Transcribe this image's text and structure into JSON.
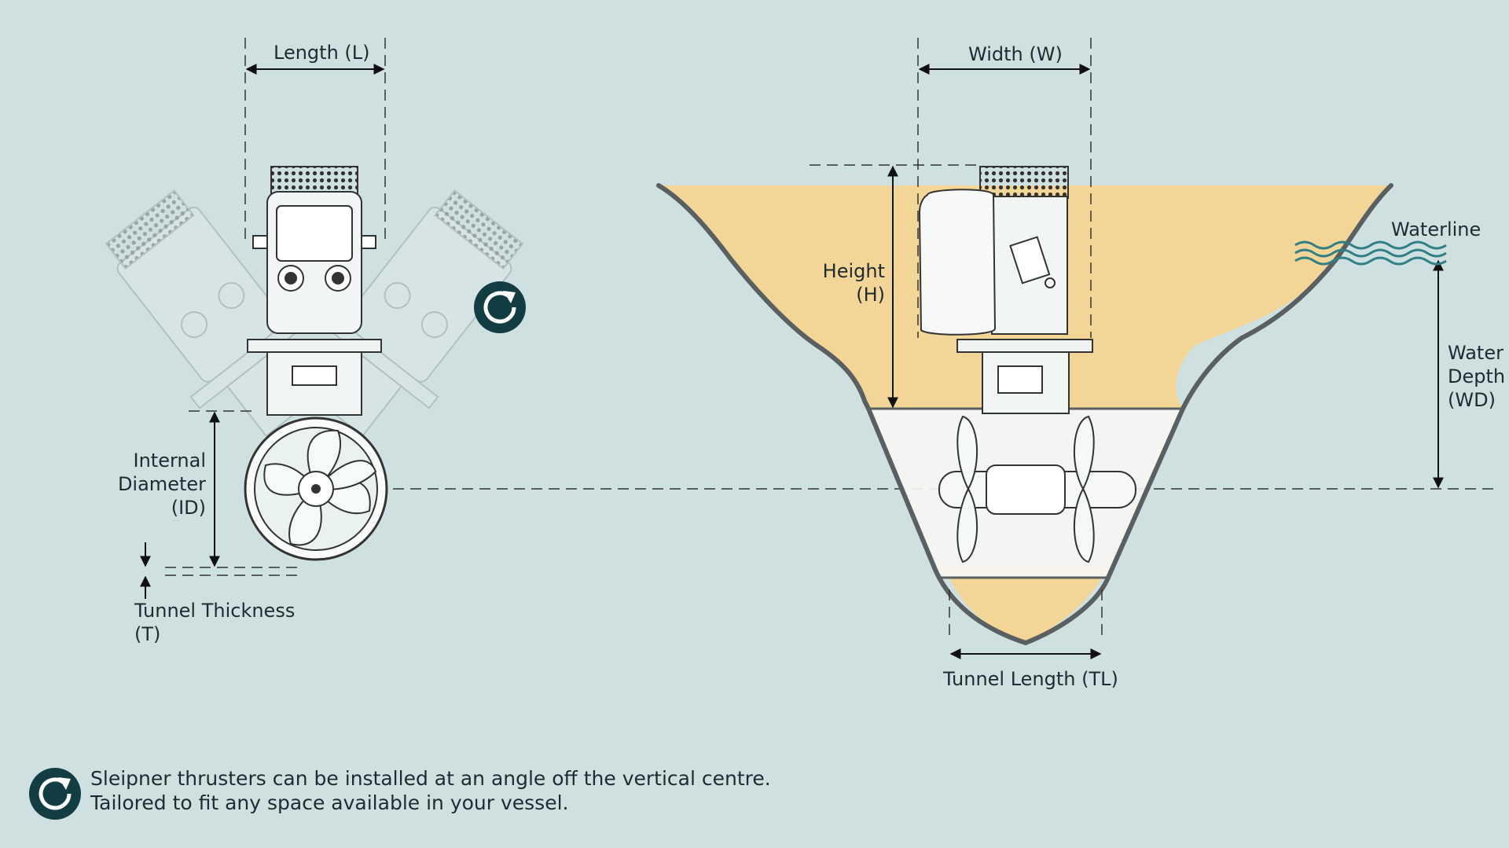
{
  "labels": {
    "length": "Length (L)",
    "width": "Width (W)",
    "height_line1": "Height",
    "height_line2": "(H)",
    "waterline": "Waterline",
    "water_depth_line1": "Water",
    "water_depth_line2": "Depth",
    "water_depth_line3": "(WD)",
    "internal_diameter_line1": "Internal",
    "internal_diameter_line2": "Diameter",
    "internal_diameter_line3": "(ID)",
    "tunnel_thickness_line1": "Tunnel Thickness",
    "tunnel_thickness_line2": "(T)",
    "tunnel_length": "Tunnel Length (TL)"
  },
  "note": {
    "line1": "Sleipner thrusters can be installed at an angle off the vertical centre.",
    "line2": "Tailored to fit any space available in your vessel."
  },
  "colors": {
    "background": "#cfe0e0",
    "hull_fill": "#f3d597",
    "hull_stroke": "#5a5f62",
    "badge": "#123d42",
    "water": "#2f7f83"
  },
  "icons": {
    "rotate": "rotate-icon",
    "waves": "waterline-waves-icon"
  }
}
